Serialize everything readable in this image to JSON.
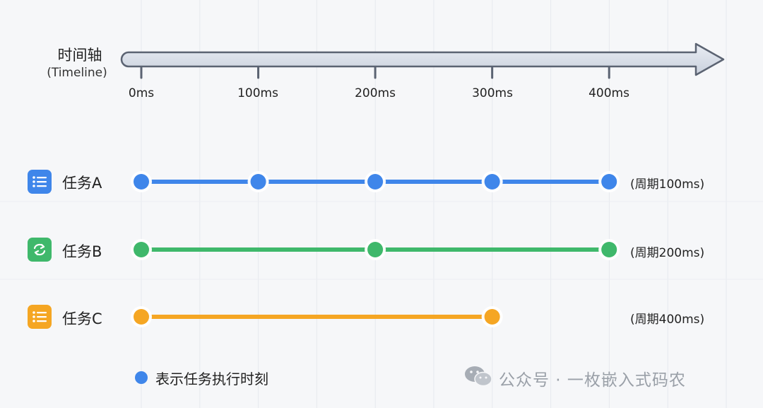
{
  "timeline": {
    "title": "时间轴",
    "subtitle": "(Timeline)",
    "ticks": [
      "0ms",
      "100ms",
      "200ms",
      "300ms",
      "400ms"
    ]
  },
  "tasks": [
    {
      "name": "任务A",
      "period_label": "(周期100ms)",
      "color": "#3f86ea",
      "icon": "list-icon",
      "icon_bg": "#3f86ea",
      "points_ms": [
        0,
        100,
        200,
        300,
        400
      ],
      "line_end_ms": 400
    },
    {
      "name": "任务B",
      "period_label": "(周期200ms)",
      "color": "#3fb86b",
      "icon": "cycle-icon",
      "icon_bg": "#3fb86b",
      "points_ms": [
        0,
        200,
        400
      ],
      "line_end_ms": 400
    },
    {
      "name": "任务C",
      "period_label": "(周期400ms)",
      "color": "#f5a623",
      "icon": "list-icon",
      "icon_bg": "#f5a623",
      "points_ms": [
        0,
        300
      ],
      "line_end_ms": 300
    }
  ],
  "legend": {
    "text": "表示任务执行时刻",
    "color": "#3f86ea"
  },
  "watermark": {
    "text": "公众号 · 一枚嵌入式码农",
    "icon": "wechat-icon"
  }
}
